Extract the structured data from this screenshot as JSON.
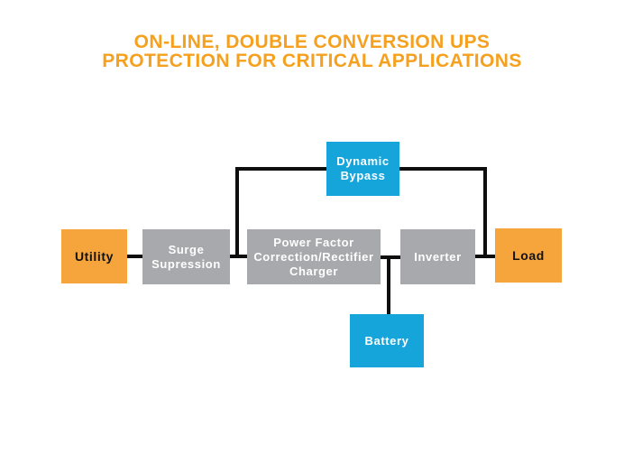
{
  "title": {
    "line1": "ON-LINE, DOUBLE CONVERSION UPS",
    "line2": "PROTECTION FOR CRITICAL APPLICATIONS"
  },
  "colors": {
    "background": "#FFFFFF",
    "title_orange": "#F5A01E",
    "box_orange": "#F6A43C",
    "box_gray": "#A7A9AC",
    "box_cyan": "#16A5DB",
    "connector_black": "#0E0E0E",
    "label_on_orange": "#121212",
    "label_on_gray": "#FFFFFF",
    "label_on_cyan": "#FFFFFF"
  },
  "nodes": {
    "utility": {
      "label": "Utility"
    },
    "surge": {
      "label": "Surge\nSupression"
    },
    "pfc": {
      "label": "Power Factor\nCorrection/Rectifier\nCharger"
    },
    "inverter": {
      "label": "Inverter"
    },
    "load": {
      "label": "Load"
    },
    "bypass": {
      "label": "Dynamic\nBypass"
    },
    "battery": {
      "label": "Battery"
    }
  },
  "edges": [
    {
      "from": "utility",
      "to": "surge"
    },
    {
      "from": "surge",
      "to": "pfc"
    },
    {
      "from": "pfc",
      "to": "inverter"
    },
    {
      "from": "inverter",
      "to": "load"
    },
    {
      "from": "surge-pfc-junction",
      "to": "bypass"
    },
    {
      "from": "bypass",
      "to": "inverter-load-junction"
    },
    {
      "from": "pfc-inverter-junction",
      "to": "battery"
    }
  ]
}
